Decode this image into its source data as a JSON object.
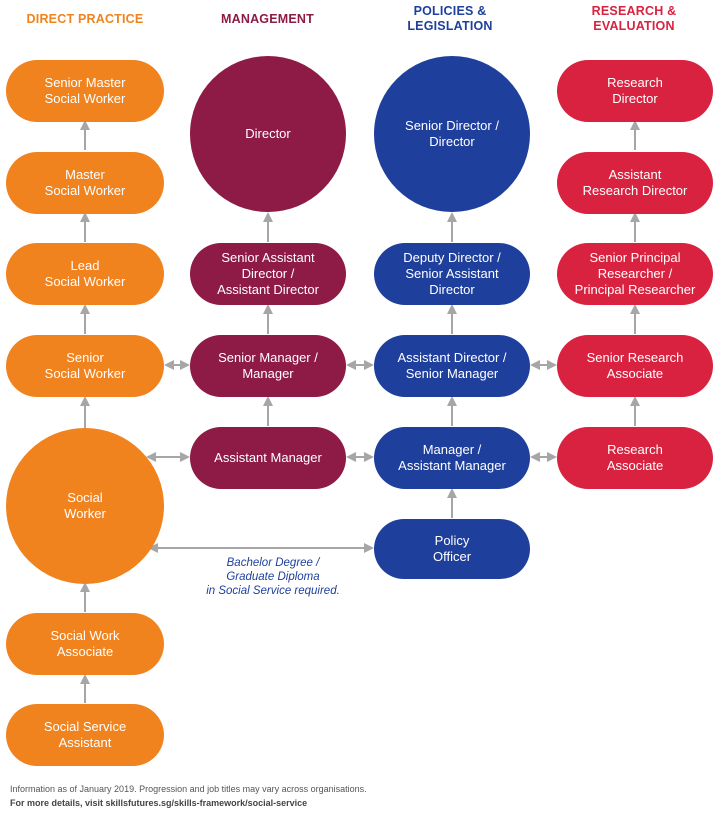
{
  "headers": {
    "direct_practice": "DIRECT PRACTICE",
    "management": "MANAGEMENT",
    "policies": "POLICIES &\nLEGISLATION",
    "research": "RESEARCH &\nEVALUATION"
  },
  "colors": {
    "direct_practice": "#f0831e",
    "management": "#8d1b45",
    "policies": "#1f3f9c",
    "research": "#d8223f",
    "connector": "#a6a6a6"
  },
  "direct_practice": {
    "senior_master": "Senior Master\nSocial Worker",
    "master": "Master\nSocial Worker",
    "lead": "Lead\nSocial Worker",
    "senior": "Senior\nSocial Worker",
    "social_worker": "Social\nWorker",
    "associate": "Social Work\nAssociate",
    "assistant": "Social Service\nAssistant"
  },
  "management": {
    "director": "Director",
    "senior_assistant_director": "Senior Assistant\nDirector /\nAssistant Director",
    "senior_manager": "Senior Manager /\nManager",
    "assistant_manager": "Assistant Manager"
  },
  "policies": {
    "senior_director": "Senior Director /\nDirector",
    "deputy_director": "Deputy Director /\nSenior Assistant\nDirector",
    "assistant_director": "Assistant Director /\nSenior Manager",
    "manager": "Manager /\nAssistant Manager",
    "policy_officer": "Policy\nOfficer"
  },
  "research": {
    "director": "Research\nDirector",
    "assistant_director": "Assistant\nResearch Director",
    "senior_principal": "Senior Principal\nResearcher /\nPrincipal Researcher",
    "senior_associate": "Senior Research\nAssociate",
    "associate": "Research\nAssociate"
  },
  "note": "Bachelor Degree /\nGraduate Diploma\nin Social Service required.",
  "footer": {
    "line1": "Information as of January 2019. Progression and job titles may vary across organisations.",
    "line2": "For more details, visit skillsfutures.sg/skills-framework/social-service"
  }
}
